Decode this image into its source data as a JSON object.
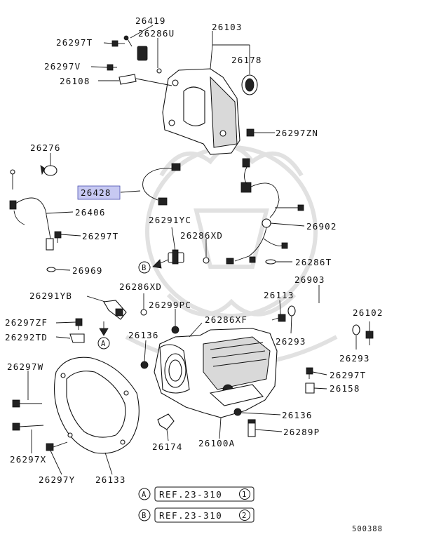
{
  "labels": {
    "p26419": "26419",
    "p26286U": "26286U",
    "p26103": "26103",
    "p26297T_top": "26297T",
    "p26178": "26178",
    "p26297V": "26297V",
    "p26108": "26108",
    "p26297ZN": "26297ZN",
    "p26276": "26276",
    "p26428": "26428",
    "p26406": "26406",
    "p26297T_left": "26297T",
    "p26969": "26969",
    "p26291YC": "26291YC",
    "p26286XD_mid": "26286XD",
    "p26902": "26902",
    "p26286T": "26286T",
    "p26903": "26903",
    "p26291YB": "26291YB",
    "p26286XD_low": "26286XD",
    "p26299PC": "26299PC",
    "p26286XF": "26286XF",
    "p26113": "26113",
    "p26102": "26102",
    "p26297ZF": "26297ZF",
    "p26292TD": "26292TD",
    "p26136_top": "26136",
    "p26293_a": "26293",
    "p26293_b": "26293",
    "p26297W": "26297W",
    "p26297T_right": "26297T",
    "p26158": "26158",
    "p26136_bot": "26136",
    "p26289P": "26289P",
    "p26174": "26174",
    "p26100A": "26100A",
    "p26297X": "26297X",
    "p26297Y": "26297Y",
    "p26133": "26133"
  },
  "markers": {
    "A": "A",
    "B": "B"
  },
  "references": [
    {
      "marker": "A",
      "text": "REF.23-310",
      "index": "1"
    },
    {
      "marker": "B",
      "text": "REF.23-310",
      "index": "2"
    }
  ],
  "diagram_code": "500388",
  "highlight_color": "#c7c9f2"
}
